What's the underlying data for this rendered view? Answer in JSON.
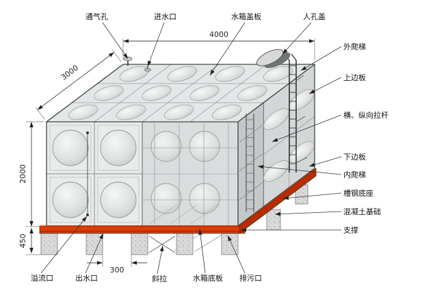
{
  "labels": {
    "top": [
      "通气孔",
      "进水口",
      "水箱盖板",
      "人孔盖"
    ],
    "right": [
      "外爬梯",
      "上边板",
      "横、纵向拉杆",
      "下边板",
      "内爬梯",
      "槽钢底座",
      "混凝土基础",
      "支撑"
    ],
    "bottom": [
      "溢流口",
      "出水口",
      "斜拉",
      "水箱底板",
      "排污口"
    ]
  },
  "dimensions": {
    "width": "4000",
    "depth": "3000",
    "height": "2000",
    "base_height": "450",
    "support_gap": "300"
  },
  "colors": {
    "base_red": "#e03b00",
    "base_red_dark": "#b82c00",
    "outline": "#444444"
  }
}
